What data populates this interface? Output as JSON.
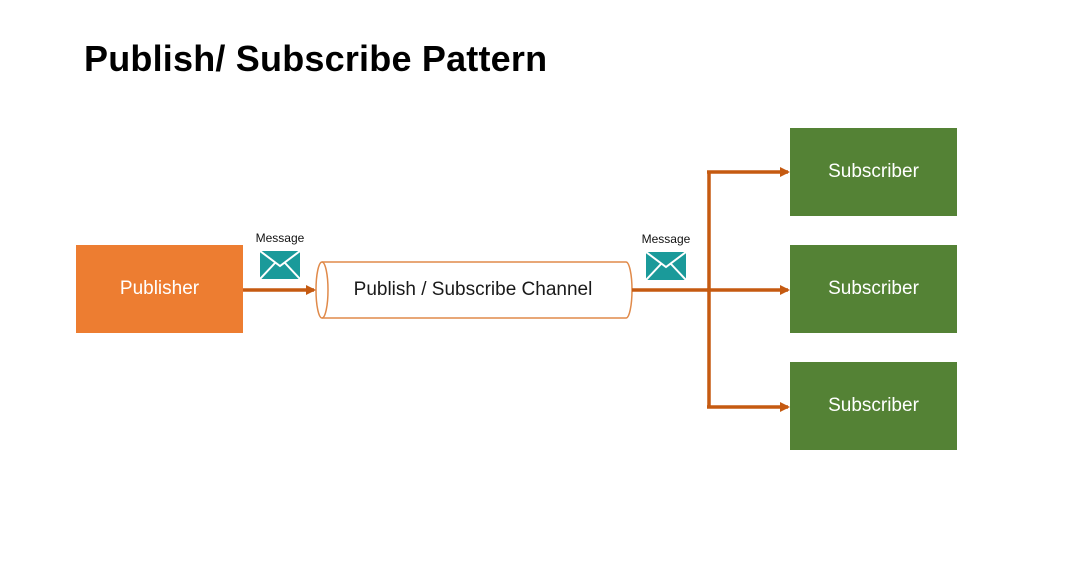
{
  "title": "Publish/ Subscribe Pattern",
  "publisher": {
    "label": "Publisher"
  },
  "channel": {
    "label": "Publish / Subscribe Channel"
  },
  "messages": [
    {
      "label": "Message",
      "icon": "envelope-icon"
    },
    {
      "label": "Message",
      "icon": "envelope-icon"
    }
  ],
  "subscribers": [
    {
      "label": "Subscriber"
    },
    {
      "label": "Subscriber"
    },
    {
      "label": "Subscriber"
    }
  ],
  "colors": {
    "publisher": "#ED7D31",
    "subscriber": "#548235",
    "arrow": "#C55A11",
    "channel_border": "#E08A4A",
    "envelope": "#1A9A9A"
  }
}
